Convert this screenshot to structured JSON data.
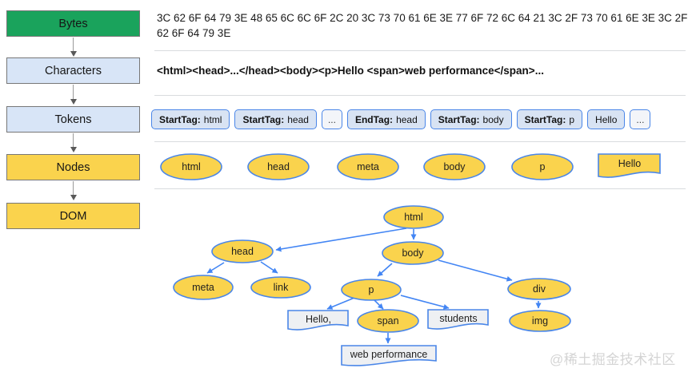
{
  "colors": {
    "bytes_green": "#1AA35C",
    "stage_light_blue": "#D8E5F7",
    "stage_yellow": "#FAD34D",
    "token_fill": "#D8E3F3",
    "node_border_blue": "#4A86E8",
    "tree_arrow_blue": "#4285F4",
    "text_node_fill": "#EEF0F3"
  },
  "pipeline": {
    "stages": [
      {
        "label": "Bytes"
      },
      {
        "label": "Characters"
      },
      {
        "label": "Tokens"
      },
      {
        "label": "Nodes"
      },
      {
        "label": "DOM"
      }
    ]
  },
  "bytes_row": {
    "text": "3C 62 6F 64 79 3E 48 65 6C 6C 6F 2C 20 3C 73 70 61 6E 3E 77 6F 72 6C 64 21 3C 2F 73 70 61 6E 3E 3C 2F 62 6F 64 79 3E"
  },
  "characters_row": {
    "text": "<html><head>...</head><body><p>Hello <span>web performance</span>..."
  },
  "tokens_row": {
    "items": [
      {
        "label": "StartTag:",
        "value": "html"
      },
      {
        "label": "StartTag:",
        "value": "head"
      },
      {
        "label": "",
        "value": "..."
      },
      {
        "label": "EndTag:",
        "value": "head"
      },
      {
        "label": "StartTag:",
        "value": "body"
      },
      {
        "label": "StartTag:",
        "value": "p"
      },
      {
        "label": "",
        "value": "Hello"
      },
      {
        "label": "",
        "value": "..."
      }
    ]
  },
  "nodes_row": {
    "items": [
      {
        "label": "html"
      },
      {
        "label": "head"
      },
      {
        "label": "meta"
      },
      {
        "label": "body"
      },
      {
        "label": "p"
      }
    ],
    "text_node": {
      "label": "Hello"
    }
  },
  "dom_tree": {
    "nodes": {
      "html": "html",
      "head": "head",
      "body": "body",
      "meta": "meta",
      "link": "link",
      "p": "p",
      "div": "div",
      "span": "span",
      "img": "img"
    },
    "text_nodes": {
      "hello": "Hello,",
      "students": "students",
      "web_performance": "web performance"
    }
  },
  "watermark": {
    "text": "@稀土掘金技术社区"
  }
}
